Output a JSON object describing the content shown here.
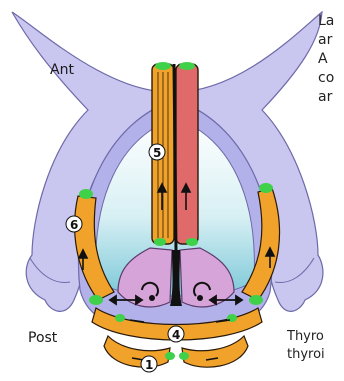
{
  "labels": {
    "ant": "Ant",
    "post": "Post"
  },
  "side_text_lines": [
    "La",
    "ar",
    "A",
    "co",
    "ar"
  ],
  "bottom_text_lines": [
    "Thyro",
    "thyroi"
  ],
  "muscle_numbers": [
    "5",
    "6",
    "4",
    "1"
  ],
  "colors": {
    "thyroid_cartilage": "#c9c6f0",
    "thyroid_outline": "#6d6aa8",
    "cricoid": "#b3b1ea",
    "muscle_fill": "#f0a22a",
    "muscle_outline": "#2a1a0a",
    "arytenoid": "#d6a4d8",
    "vocal_cord_red": "#e06a6a",
    "attachment_green": "#3fd14a",
    "glottis": "#9fd8e0"
  },
  "icons": [
    "rotation-arrow-icon",
    "double-arrow-icon",
    "direction-arrow-icon"
  ]
}
